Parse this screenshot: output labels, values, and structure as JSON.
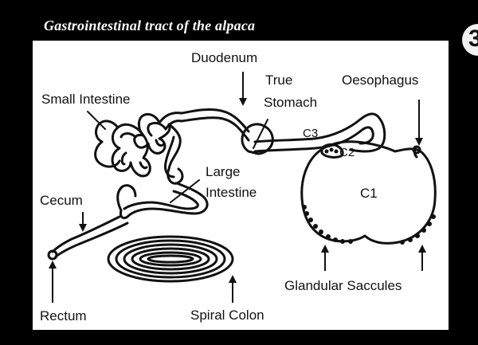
{
  "diagram": {
    "title": "Gastrointestinal tract of the alpaca",
    "labels": {
      "duodenum": "Duodenum",
      "true_stomach_line1": "True",
      "true_stomach_line2": "Stomach",
      "oesophagus": "Oesophagus",
      "small_intestine": "Small Intestine",
      "c3": "C3",
      "c2": "C2",
      "c1": "C1",
      "large_intestine_line1": "Large",
      "large_intestine_line2": "Intestine",
      "cecum": "Cecum",
      "rectum": "Rectum",
      "spiral_colon": "Spiral Colon",
      "glandular_saccules": "Glandular Saccules"
    },
    "colors": {
      "background": "#000000",
      "panel": "#ffffff",
      "ink": "#111111"
    }
  }
}
